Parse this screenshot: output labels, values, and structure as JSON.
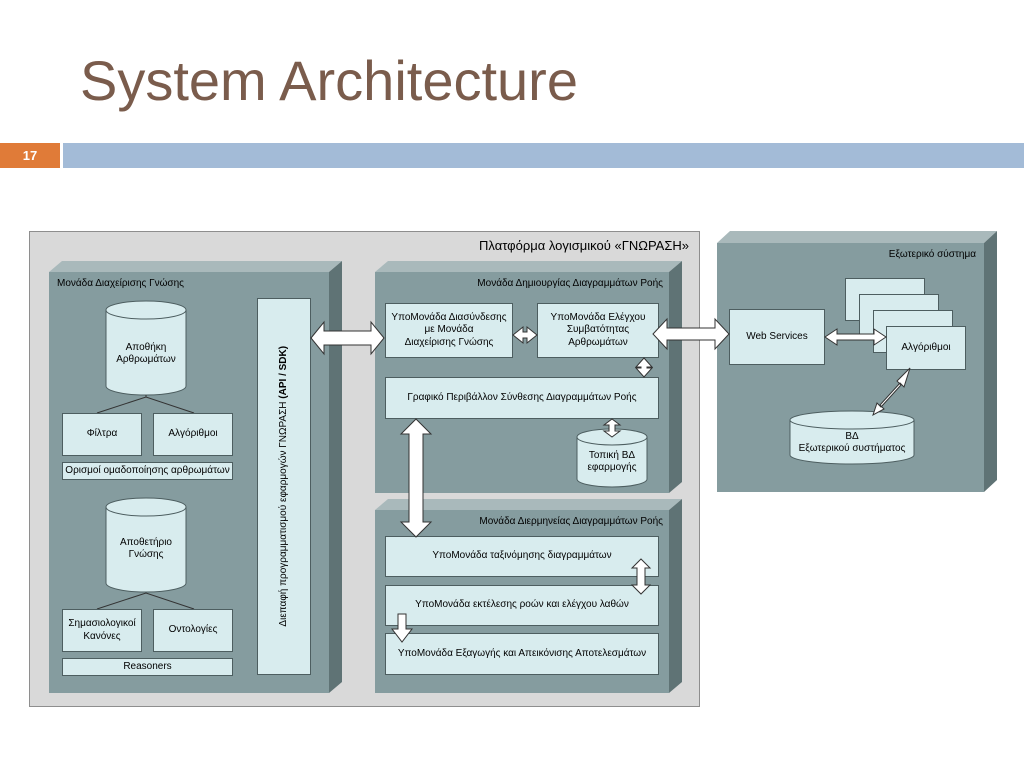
{
  "slide": {
    "title": "System Architecture",
    "number": "17"
  },
  "platform": {
    "label": "Πλατφόρμα λογισμικού «ΓΝΩΡΑΣΗ»"
  },
  "knowledge_module": {
    "label": "Μονάδα Διαχείρισης Γνώσης",
    "artifact_store": "Αποθήκη\nΑρθρωμάτων",
    "filters": "Φίλτρα",
    "algorithms": "Αλγόριθμοι",
    "grouping_defs": "Ορισμοί ομαδοποίησης αρθρωμάτων",
    "knowledge_repo": "Αποθετήριο\nΓνώσης",
    "semantic_rules": "Σημασιολογικοί\nΚανόνες",
    "ontologies": "Οντολογίες",
    "reasoners": "Reasoners"
  },
  "api": {
    "label": "Διεπαφή προγραμματισμού εφαρμογών  ΓΝΩΡΑΣΗ ",
    "label_bold": "(API / SDK)"
  },
  "creation_module": {
    "label": "Μονάδα Δημιουργίας Διαγραμμάτων Ροής",
    "link_submodule": "ΥποΜονάδα Διασύνδεσης\nμε Μονάδα\nΔιαχείρισης Γνώσης",
    "compat_submodule": "ΥποΜονάδα Ελέγχου\nΣυμβατότητας\nΑρθρωμάτων",
    "gui": "Γραφικό Περιβάλλον Σύνθεσης Διαγραμμάτων Ροής",
    "local_db": "Τοπική ΒΔ\nεφαρμογής"
  },
  "interpret_module": {
    "label": "Μονάδα Διερμηνείας Διαγραμμάτων Ροής",
    "sort_submodule": "ΥποΜονάδα ταξινόμησης διαγραμμάτων",
    "exec_submodule": "ΥποΜονάδα εκτέλεσης ροών και ελέγχου λαθών",
    "export_submodule": "ΥποΜονάδα Εξαγωγής και Απεικόνισης Αποτελεσμάτων"
  },
  "external": {
    "label": "Εξωτερικό σύστημα",
    "web_services": "Web Services",
    "algorithms": "Αλγόριθμοι",
    "db": "ΒΔ\nΕξωτερικού συστήματος"
  },
  "colors": {
    "title": "#7a5c4c",
    "slide_bar": "#a3bbd7",
    "slide_number_bg": "#e07b38",
    "panel": "#859c9f",
    "box": "#d8ecee"
  }
}
